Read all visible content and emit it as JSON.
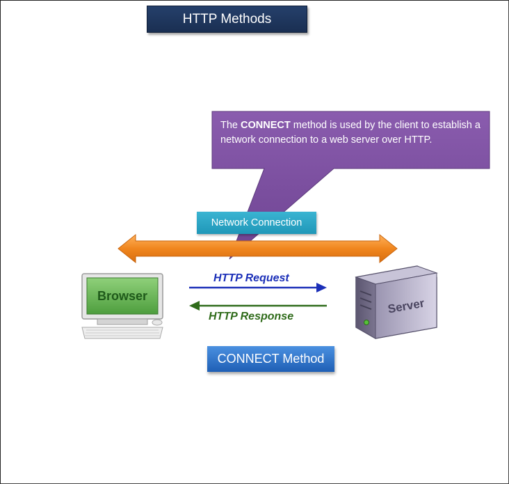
{
  "title": "HTTP Methods",
  "callout": {
    "prefix": "The ",
    "bold": "CONNECT",
    "rest": " method is used by the client to establish  a network connection to a web server over HTTP."
  },
  "network_connection_label": "Network Connection",
  "method_label": "CONNECT Method",
  "browser_label": "Browser",
  "server_label": "Server",
  "request_label": "HTTP Request",
  "response_label": "HTTP Response",
  "colors": {
    "title_bg": "#1e3560",
    "callout_bg": "#7a4e9e",
    "network_bg": "#2aa7c7",
    "method_bg": "#2e74cc",
    "orange_arrow": "#f08a24",
    "request_arrow": "#1b2fb8",
    "response_arrow": "#2f6b1a"
  }
}
